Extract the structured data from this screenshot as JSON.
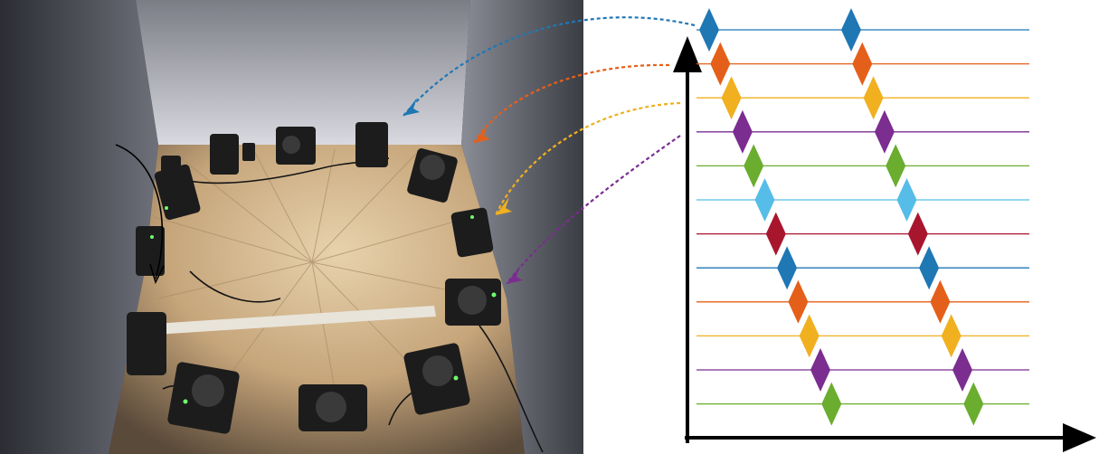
{
  "figure": {
    "photo": {
      "subject": "speaker-ring-photo",
      "speaker_count": 14
    },
    "chart_data": {
      "type": "timing-diagram",
      "rows": 12,
      "pulses_per_row": 2,
      "row_colors": [
        "#1f77b4",
        "#e4601a",
        "#f0b020",
        "#7b2d90",
        "#6aad2f",
        "#55bde8",
        "#a8162e",
        "#1f77b4",
        "#e4601a",
        "#f0b020",
        "#7b2d90",
        "#6aad2f"
      ],
      "highlighted_rows": [
        0,
        1,
        2,
        3
      ],
      "arrow_colors": [
        "#1f77b4",
        "#e4601a",
        "#f0b020",
        "#7b2d90"
      ]
    },
    "colors": {
      "axis": "#000000",
      "floor": "#c8a97e",
      "fabric": "#6b6e78",
      "speaker": "#1c1c1c"
    }
  }
}
